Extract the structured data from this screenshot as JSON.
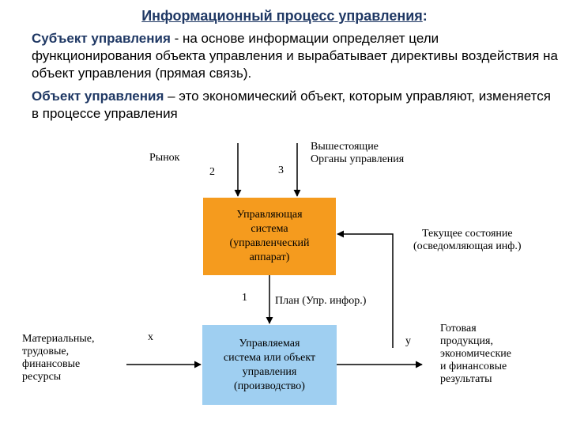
{
  "header": {
    "title": "Информационный процесс управления",
    "title_suffix": ":"
  },
  "paragraphs": {
    "subject_term": "Субъект управления",
    "subject_text": " - на основе информации определяет цели функционирования объекта управления и вырабатывает директивы воздействия на объект управления (прямая связь).",
    "object_term": "Объект управления",
    "object_text": " – это экономический объект, которым управляют, изменяется в процессе управления"
  },
  "diagram": {
    "market": "Рынок",
    "higher_bodies": "Вышестоящие\nОрганы управления",
    "num_2": "2",
    "num_3": "3",
    "num_1": "1",
    "control_system": "Управляющая\nсистема\n(управленческий\nаппарат)",
    "current_state": "Текущее состояние\n(осведомляющая инф.)",
    "plan": "План (Упр. инфор.)",
    "resources": "Материальные,\nтрудовые,\nфинансовые\nресурсы",
    "x": "х",
    "y": "у",
    "managed_system": "Управляемая\nсистема или объект\nуправления\n(производство)",
    "results": "Готовая\nпродукция,\nэкономические\nи финансовые\nрезультаты"
  },
  "colors": {
    "control_box": "#f59b1e",
    "managed_box": "#9fcff1",
    "heading": "#1f3864"
  }
}
